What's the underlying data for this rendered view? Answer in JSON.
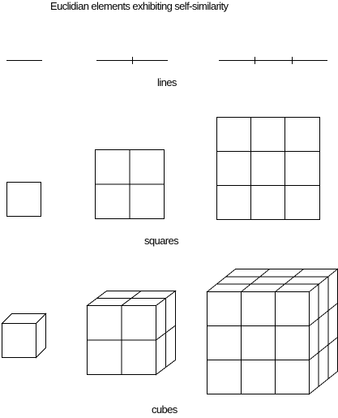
{
  "title": "Euclidian elements exhibiting self-similarity",
  "rows": [
    {
      "label": "lines",
      "subdivisions": [
        1,
        2,
        3
      ]
    },
    {
      "label": "squares",
      "subdivisions": [
        1,
        2,
        3
      ]
    },
    {
      "label": "cubes",
      "subdivisions": [
        1,
        2,
        3
      ]
    }
  ],
  "colors": {
    "stroke": "#000000",
    "background": "#ffffff"
  }
}
